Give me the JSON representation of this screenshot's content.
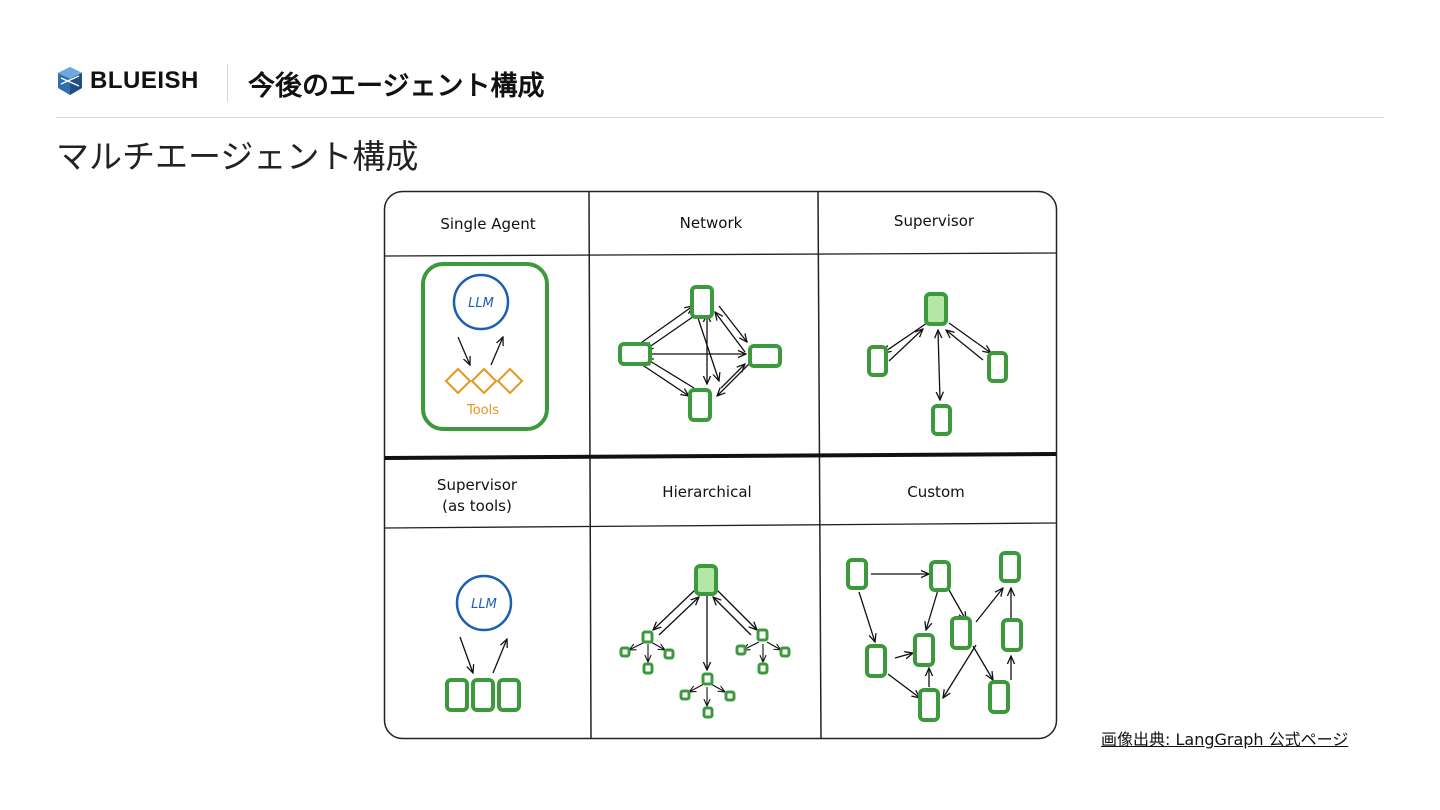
{
  "header": {
    "brand": "BLUEISH",
    "title": "今後のエージェント構成"
  },
  "page": {
    "title": "マルチエージェント構成"
  },
  "diagram": {
    "cells": {
      "single_agent": "Single Agent",
      "network": "Network",
      "supervisor": "Supervisor",
      "supervisor_tools_line1": "Supervisor",
      "supervisor_tools_line2": "(as tools)",
      "hierarchical": "Hierarchical",
      "custom": "Custom"
    },
    "llm_label": "LLM",
    "tools_label": "Tools",
    "colors": {
      "node": "#3c9a3c",
      "node_fill": "#b4e6a8",
      "llm": "#1a5fb4",
      "tools": "#e6961c"
    }
  },
  "footer": {
    "source": "画像出典: LangGraph 公式ページ"
  }
}
